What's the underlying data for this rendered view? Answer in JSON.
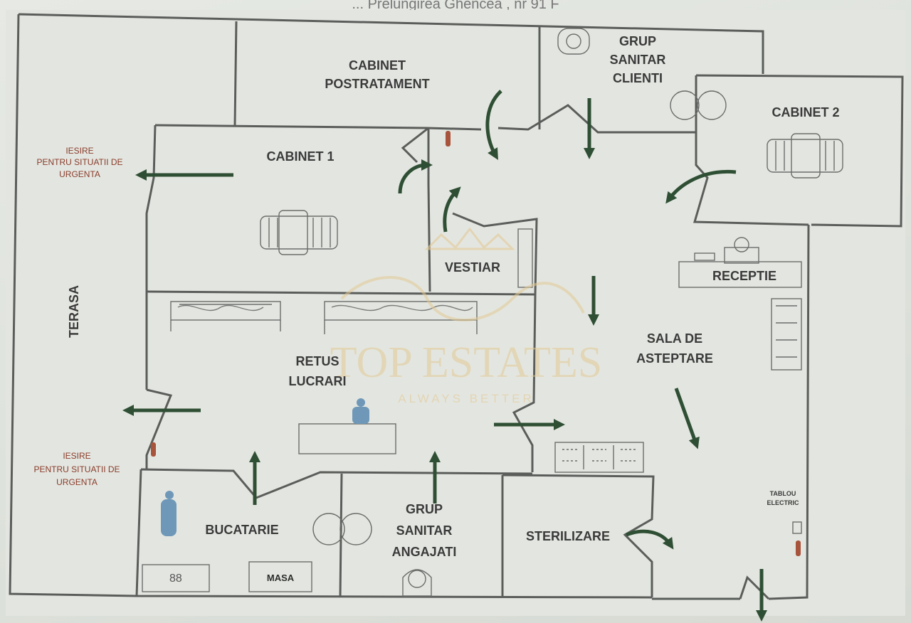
{
  "header_text": "... Prelungirea Ghencea , nr 91 F",
  "rooms": {
    "cabinet_postratament": [
      "CABINET",
      "POSTRATAMENT"
    ],
    "grup_sanitar_clienti": [
      "GRUP",
      "SANITAR",
      "CLIENTI"
    ],
    "cabinet_2": "CABINET 2",
    "cabinet_1": "CABINET 1",
    "vestiar": "VESTIAR",
    "receptie": "RECEPTIE",
    "terasa": "TERASA",
    "sala_de_asteptare": [
      "SALA DE",
      "ASTEPTARE"
    ],
    "retus_lucrari": [
      "RETUS",
      "LUCRARI"
    ],
    "bucatarie": "BUCATARIE",
    "masa": "MASA",
    "grup_sanitar_angajati": [
      "GRUP",
      "SANITAR",
      "ANGAJATI"
    ],
    "sterilizare": "STERILIZARE",
    "tablou_electric": [
      "TABLOU",
      "ELECTRIC"
    ]
  },
  "emergency_exits": [
    [
      "IESIRE",
      "PENTRU SITUATII DE",
      "URGENTA"
    ],
    [
      "IESIRE",
      "PENTRU SITUATII DE",
      "URGENTA"
    ]
  ],
  "watermark": {
    "brand": "TOP ESTATES",
    "tagline": "ALWAYS BETTER"
  },
  "colors": {
    "paper": "#e2e5df",
    "walls": "#5a5d5a",
    "arrows": "#2f4f34",
    "exit_text": "#8a3b2a",
    "watermark": "#e2c896"
  }
}
